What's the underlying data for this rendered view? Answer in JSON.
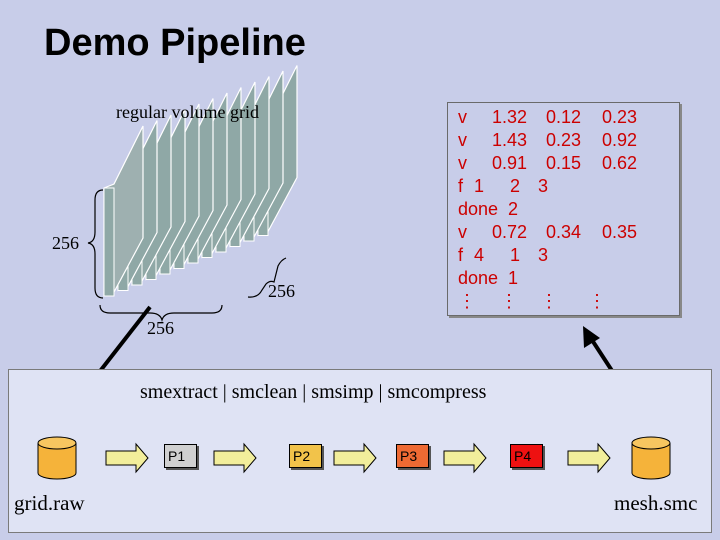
{
  "title": "Demo Pipeline",
  "grid_label": "regular volume grid",
  "dims": {
    "left": "256",
    "depth": "256",
    "bottom": "256"
  },
  "data_lines": [
    {
      "key": "v",
      "vals": [
        "1.32",
        "0.12",
        "0.23"
      ]
    },
    {
      "key": "v",
      "vals": [
        "1.43",
        "0.23",
        "0.92"
      ]
    },
    {
      "key": "v",
      "vals": [
        "0.91",
        "0.15",
        "0.62"
      ]
    },
    {
      "key": "f",
      "vals": [
        "1",
        "2",
        "3"
      ]
    },
    {
      "key": "done",
      "vals": [
        "2"
      ]
    },
    {
      "key": "v",
      "vals": [
        "0.72",
        "0.34",
        "0.35"
      ]
    },
    {
      "key": "f",
      "vals": [
        "4",
        "1",
        "3"
      ]
    },
    {
      "key": "done",
      "vals": [
        "1"
      ]
    },
    {
      "key": "⋮",
      "vals": [
        "⋮",
        "⋮",
        "⋮"
      ]
    }
  ],
  "command": "smextract  |  smclean  |  smsimp  |  smcompress",
  "processes": [
    {
      "label": "P1",
      "color": "#d0d0d0"
    },
    {
      "label": "P2",
      "color": "#f2c34a"
    },
    {
      "label": "P3",
      "color": "#ee6a33"
    },
    {
      "label": "P4",
      "color": "#ee1111"
    }
  ],
  "input_file": "grid.raw",
  "output_file": "mesh.smc"
}
